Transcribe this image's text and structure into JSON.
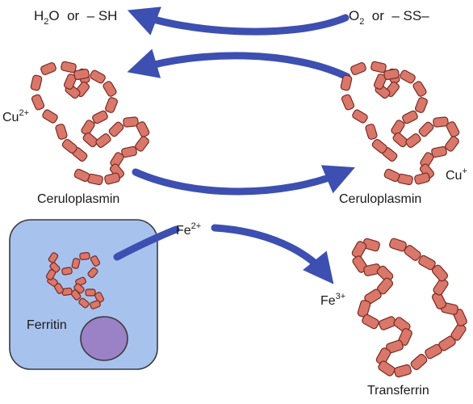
{
  "labels": {
    "top_left": {
      "a": "H",
      "a_sub": "2",
      "b": "O  or  – SH"
    },
    "top_right": {
      "a": "O",
      "a_sub": "2",
      "b": "  or  – SS–"
    },
    "cu_left": {
      "base": "Cu",
      "sup": "2+"
    },
    "cu_right": {
      "base": "Cu",
      "sup": "+"
    },
    "ceruloplasmin_left": "Ceruloplasmin",
    "ceruloplasmin_right": "Ceruloplasmin",
    "fe_center": {
      "base": "Fe",
      "sup": "2+"
    },
    "fe_right": {
      "base": "Fe",
      "sup": "3+"
    },
    "ferritin": "Ferritin",
    "transferrin": "Transferrin"
  },
  "colors": {
    "arrow": "#3d4fb0",
    "bead_fill": "#d9776a",
    "bead_stroke": "#7a2a22",
    "cell_fill": "#a8c2ee",
    "cell_stroke": "#3a3a3a",
    "nucleus_fill": "#9b82c6",
    "nucleus_stroke": "#3a3a3a"
  },
  "icons": {
    "protein": "protein-bead-chain",
    "cell": "cell-membrane",
    "nucleus": "cell-nucleus",
    "arrow": "curved-arrow"
  }
}
